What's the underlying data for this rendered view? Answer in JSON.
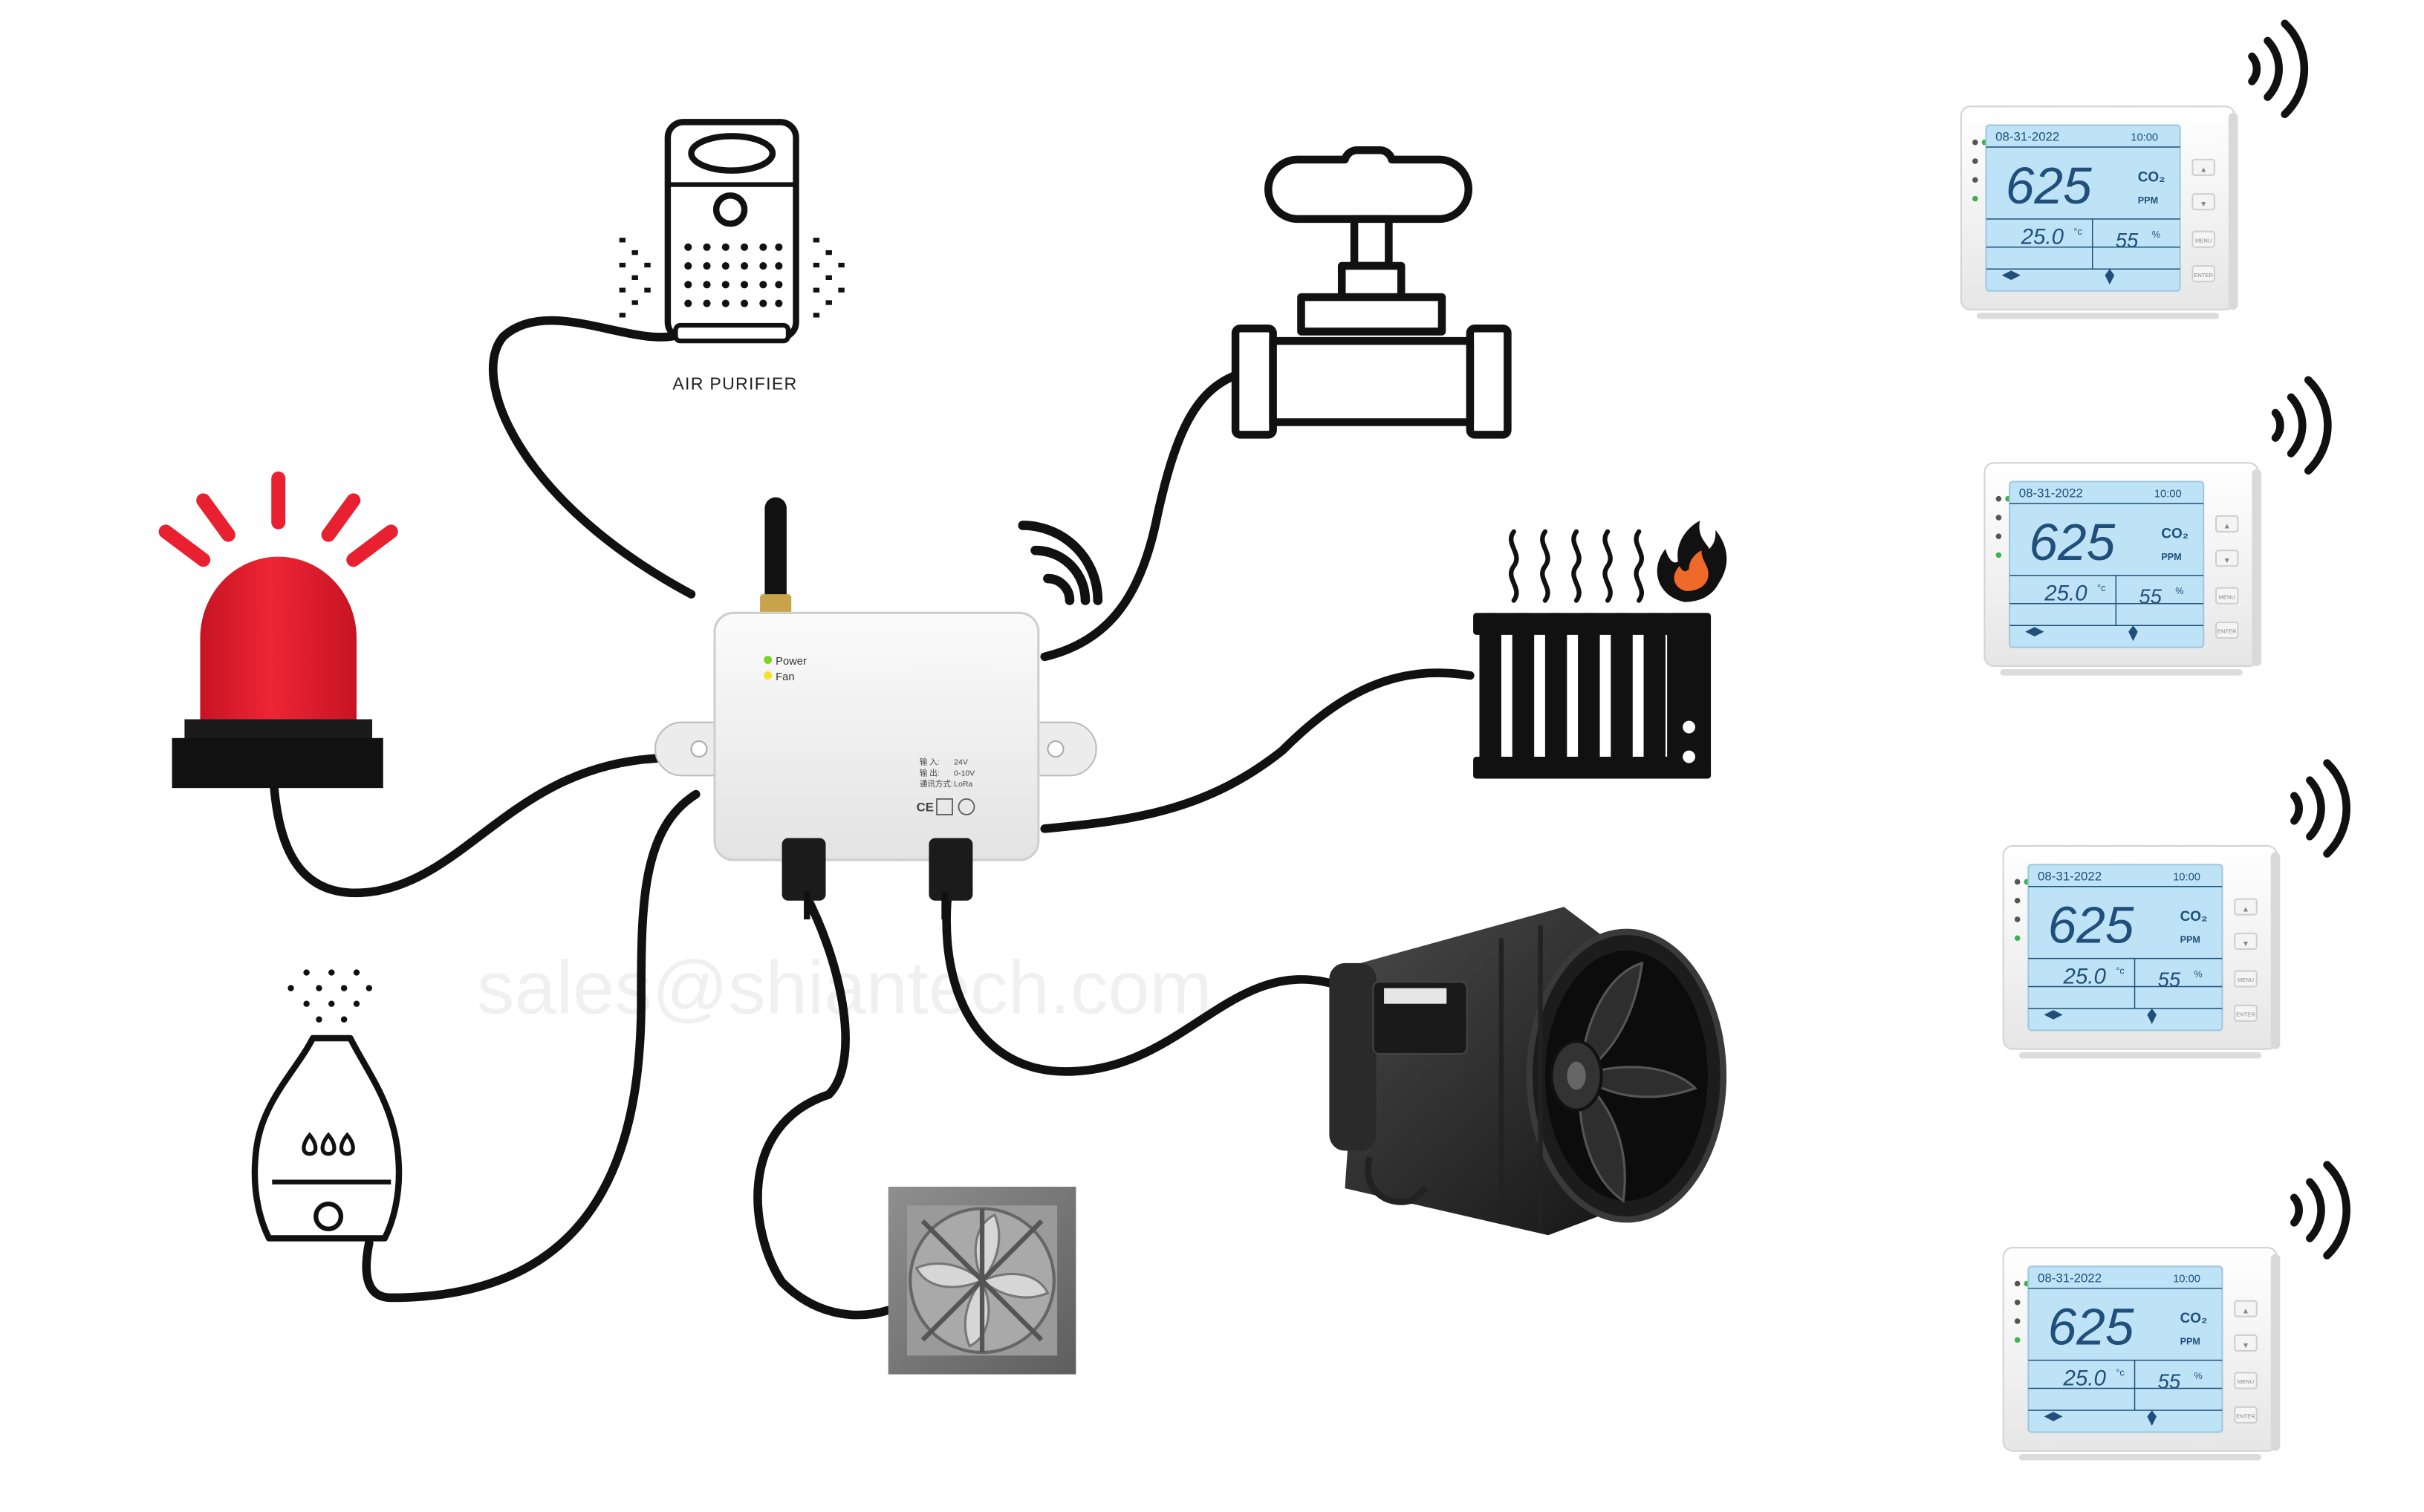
{
  "purifier": {
    "label": "AIR PURIFIER"
  },
  "controller": {
    "led_power": "Power",
    "led_fan": "Fan",
    "spec_input_label": "输  入:",
    "spec_input_value": "24V",
    "spec_output_label": "输  出:",
    "spec_output_value": "0-10V",
    "spec_comm_label": "通讯方式:",
    "spec_comm_value": "LoRa",
    "ce_mark": "CE"
  },
  "watermark": "sales@shiantech.com",
  "monitor": {
    "date": "08-31-2022",
    "time": "10:00",
    "co2": "625",
    "co2_unit": "CO₂",
    "ppm": "PPM",
    "temp": "25.0",
    "temp_unit": "°c",
    "hum": "55",
    "hum_unit": "%",
    "btn_menu": "MENU",
    "btn_enter": "ENTER",
    "btn_up": "▲",
    "btn_down": "▼"
  },
  "colors": {
    "siren": "#e8202f",
    "led_green": "#7ed321",
    "led_yellow": "#f5e125",
    "lcd": "#bfe3f6",
    "lcd_text": "#1f4f7a"
  },
  "icons": [
    "air-purifier-icon",
    "valve-icon",
    "radiator-icon",
    "flame-icon",
    "alarm-siren-icon",
    "humidifier-icon",
    "exhaust-fan-icon",
    "inline-duct-fan-icon",
    "wifi-signal-icon"
  ]
}
